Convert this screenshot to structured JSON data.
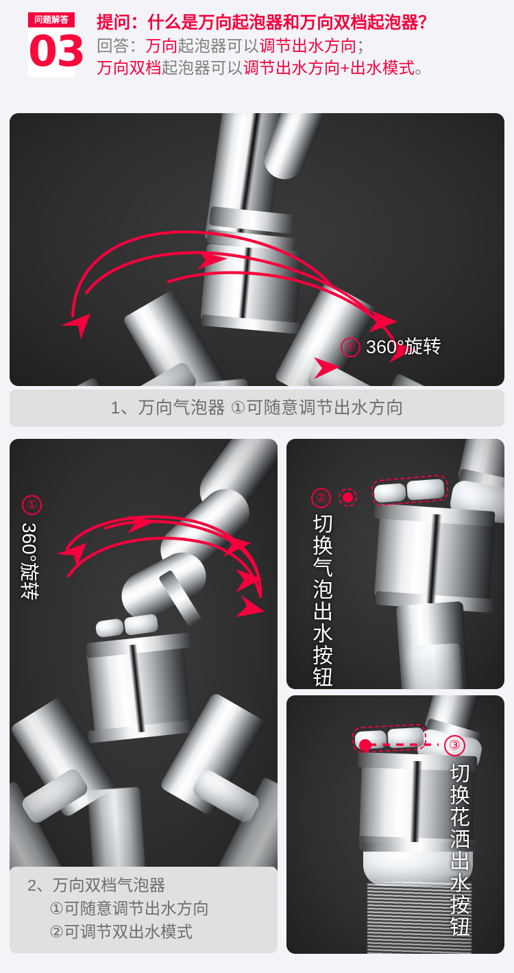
{
  "header": {
    "badge_banner": "问题解答",
    "badge_number": "03",
    "question": "提问：什么是万向起泡器和万向双档起泡器？",
    "answer_line1": [
      {
        "text": "回答：",
        "color": "#7f7f7f"
      },
      {
        "text": "万向",
        "color": "#f5003c"
      },
      {
        "text": "起泡器可以",
        "color": "#7f7f7f"
      },
      {
        "text": "调节出水方向",
        "color": "#f5003c"
      },
      {
        "text": "；",
        "color": "#7f7f7f"
      }
    ],
    "answer_line2": [
      {
        "text": "万向双档",
        "color": "#f5003c"
      },
      {
        "text": "起泡器可以",
        "color": "#7f7f7f"
      },
      {
        "text": "调节出水方向+出水模式",
        "color": "#f5003c"
      },
      {
        "text": "。",
        "color": "#7f7f7f"
      }
    ]
  },
  "colors": {
    "accent_red": "#f5003c",
    "panel_dark": "#2f2f2f",
    "caption_bg": "#e0e0e0",
    "caption_text": "#6e6e6e",
    "page_bg": "#f4f4f8"
  },
  "panels": [
    {
      "id": "panel-universal-aerator",
      "annotations": [
        {
          "name": "marker-1",
          "symbol": "①"
        },
        {
          "name": "rotation-label",
          "text": "360°旋转"
        }
      ]
    },
    {
      "id": "panel-dual-mode-aerator",
      "annotations": [
        {
          "name": "marker-1",
          "symbol": "①"
        },
        {
          "name": "rotation-label",
          "text": "360°旋转"
        }
      ]
    },
    {
      "id": "panel-bubble-button",
      "annotations": [
        {
          "name": "marker-2",
          "symbol": "②"
        },
        {
          "name": "bubble-button-label",
          "text": "切换气泡出水按钮"
        }
      ]
    },
    {
      "id": "panel-shower-button",
      "annotations": [
        {
          "name": "marker-3",
          "symbol": "③"
        },
        {
          "name": "shower-button-label",
          "text": "切换花洒出水按钮"
        }
      ]
    }
  ],
  "captions": {
    "caption1": "1、万向气泡器  ①可随意调节出水方向",
    "caption2_line1": "2、万向双档气泡器",
    "caption2_line2": "①可随意调节出水方向",
    "caption2_line3": "②可调节双出水模式"
  }
}
